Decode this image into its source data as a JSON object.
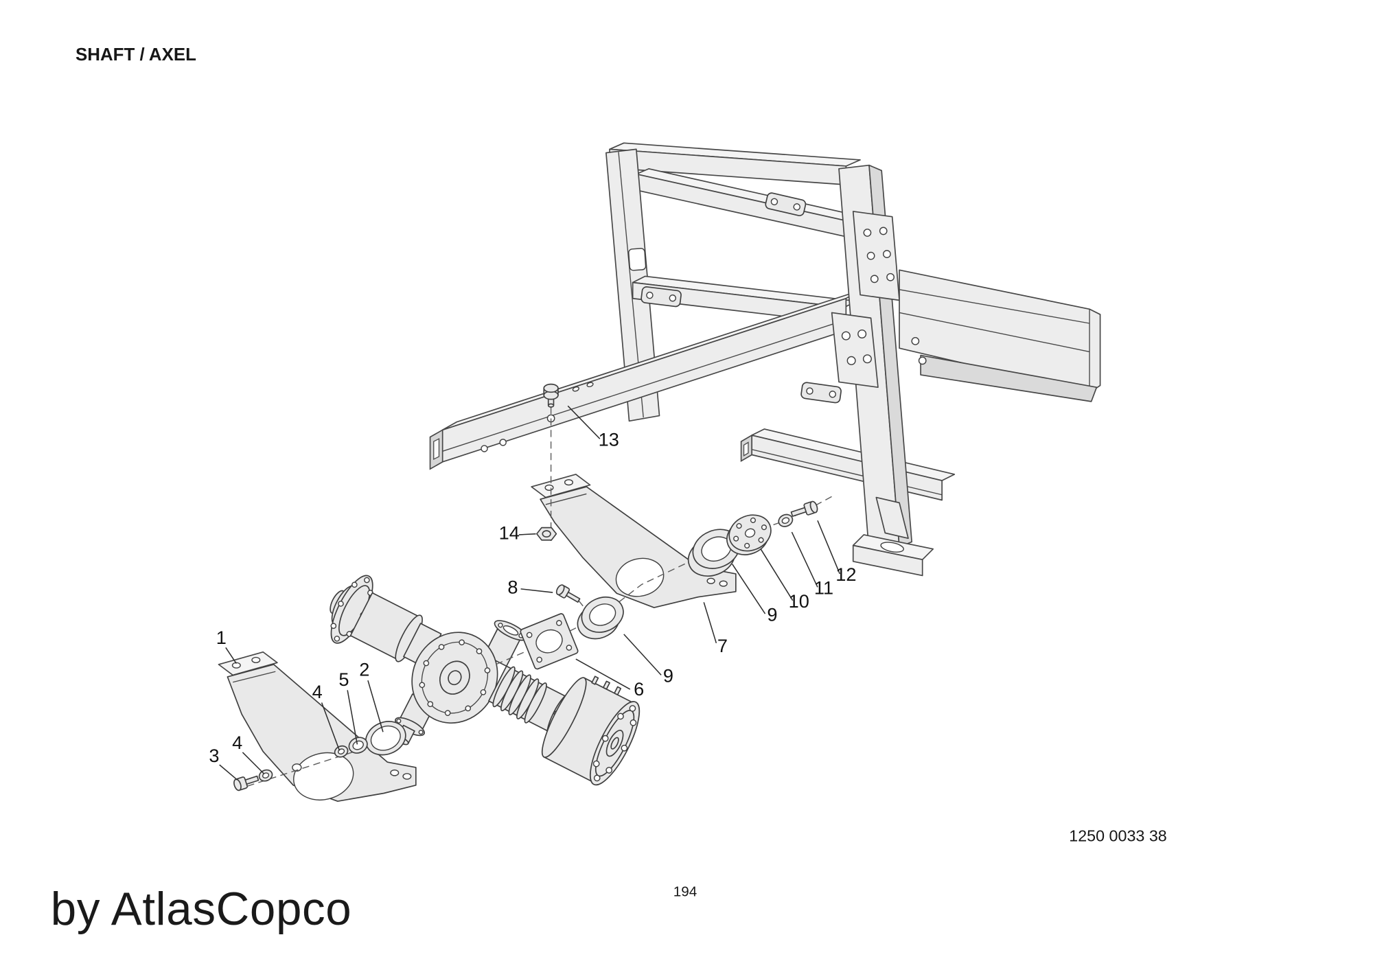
{
  "page": {
    "title": "SHAFT / AXEL",
    "drawing_number": "1250 0033 38",
    "page_number": "194",
    "brand_text": "by AtlasCopco"
  },
  "diagram": {
    "kind": "exploded-parts-view",
    "subject": "shaft-axle-assembly-with-mounting-frame",
    "colors": {
      "background": "#ffffff",
      "outline": "#3f3f3f",
      "fill_light": "#ededed",
      "fill_mid": "#dcdcdc"
    },
    "callouts": [
      {
        "label": "1"
      },
      {
        "label": "2"
      },
      {
        "label": "3"
      },
      {
        "label": "4"
      },
      {
        "label": "4"
      },
      {
        "label": "5"
      },
      {
        "label": "6"
      },
      {
        "label": "7"
      },
      {
        "label": "8"
      },
      {
        "label": "9"
      },
      {
        "label": "9"
      },
      {
        "label": "10"
      },
      {
        "label": "11"
      },
      {
        "label": "12"
      },
      {
        "label": "13"
      },
      {
        "label": "14"
      }
    ]
  }
}
